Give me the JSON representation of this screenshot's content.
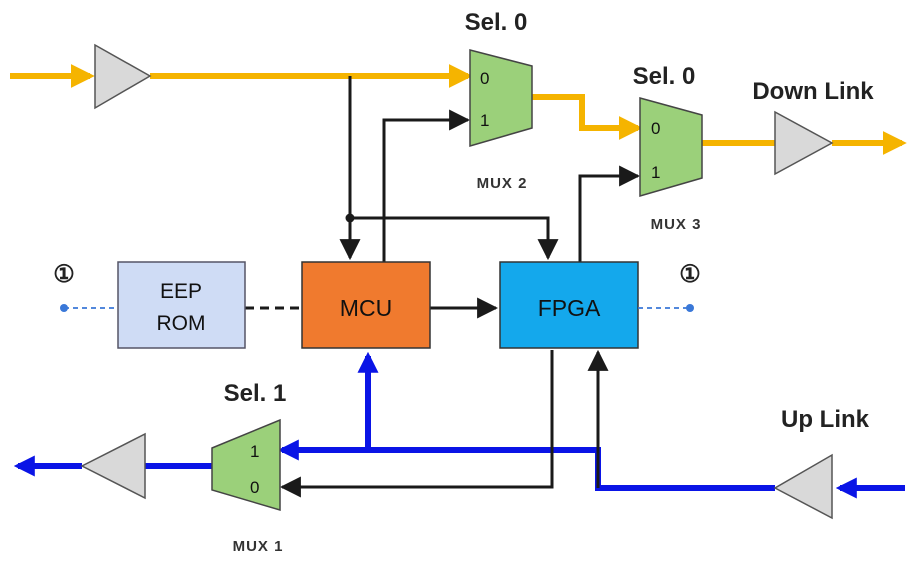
{
  "labels": {
    "down_link": "Down Link",
    "up_link": "Up Link",
    "sel_mux2": "Sel. 0",
    "sel_mux3": "Sel. 0",
    "sel_mux1": "Sel. 1",
    "node_left": "①",
    "node_right": "①"
  },
  "blocks": {
    "eeprom_line1": "EEP",
    "eeprom_line2": "ROM",
    "mcu": "MCU",
    "fpga": "FPGA"
  },
  "muxes": {
    "mux1": {
      "name": "MUX 1",
      "in_top": "1",
      "in_bottom": "0"
    },
    "mux2": {
      "name": "MUX 2",
      "in_top": "0",
      "in_bottom": "1"
    },
    "mux3": {
      "name": "MUX 3",
      "in_top": "0",
      "in_bottom": "1"
    }
  },
  "colors": {
    "downlink": "#f5b400",
    "uplink": "#0a14e6",
    "control": "#1a1a1a",
    "mcu_fill": "#f07a2e",
    "fpga_fill": "#14a8ec",
    "eeprom_fill": "#cfdcf5",
    "mux_fill": "#9bd07a",
    "amp_fill": "#d9d9d9",
    "node_blue": "#3a78d8"
  }
}
